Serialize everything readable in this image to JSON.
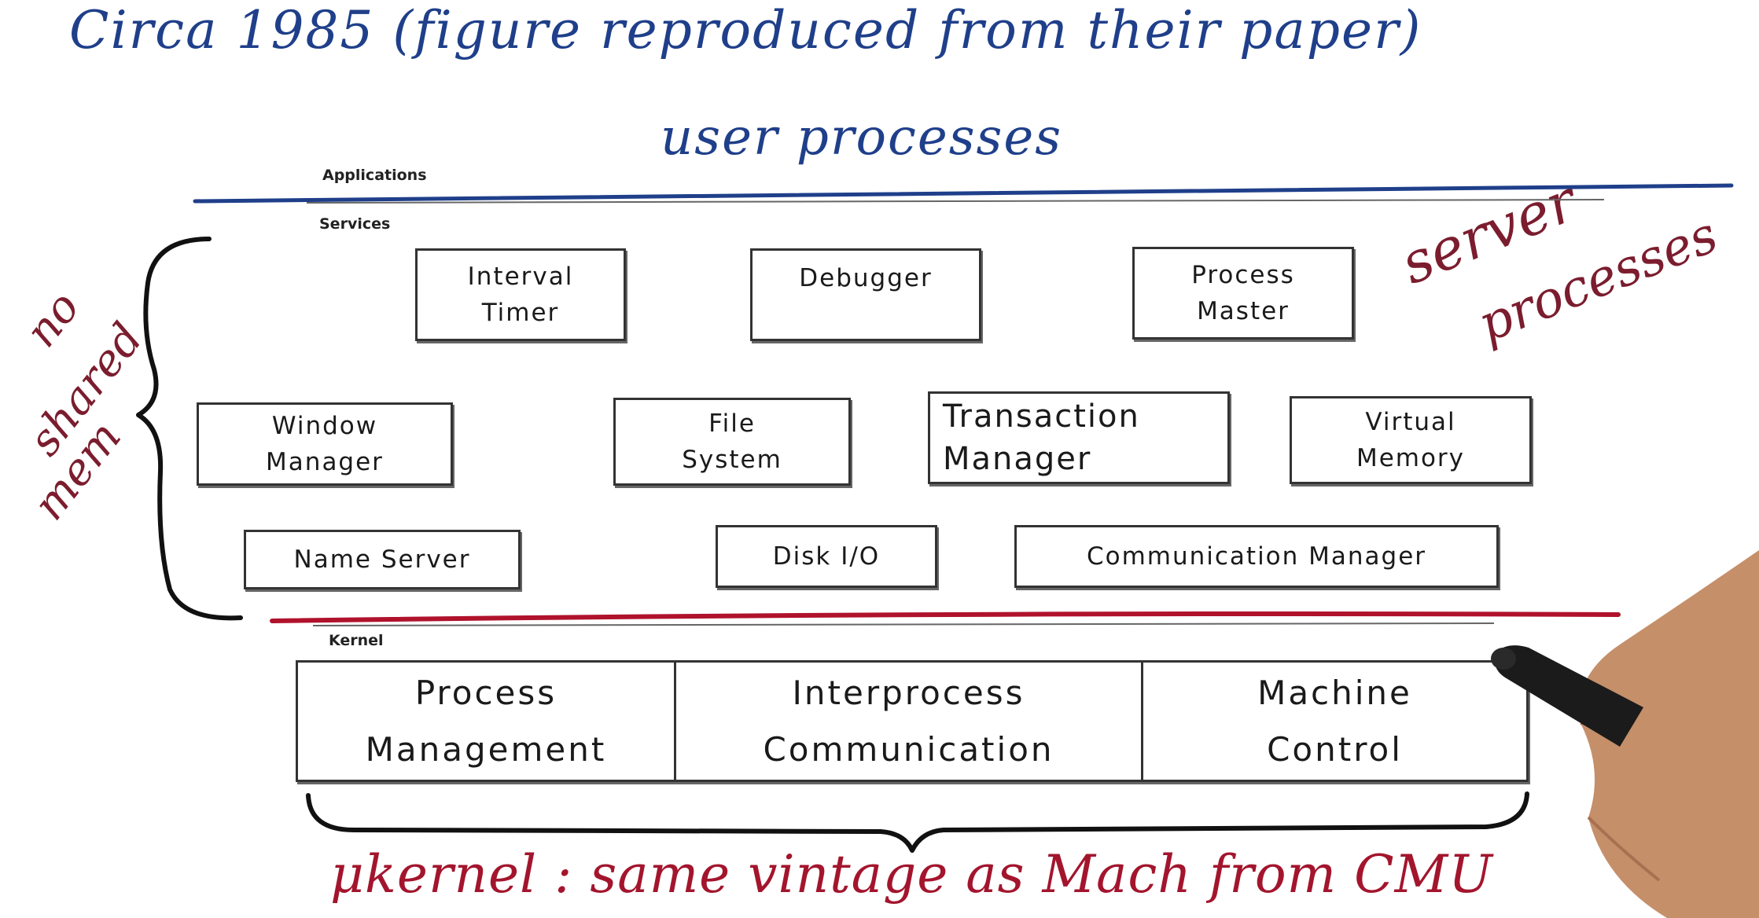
{
  "heading_note": "Circa 1985 (figure reproduced from their paper)",
  "user_processes_note": "user processes",
  "layers": {
    "applications": "Applications",
    "services": "Services",
    "kernel": "Kernel"
  },
  "services": {
    "interval_timer": [
      "Interval",
      "Timer"
    ],
    "debugger": [
      "Debugger"
    ],
    "process_master": [
      "Process",
      "Master"
    ],
    "window_manager": [
      "Window",
      "Manager"
    ],
    "file_system": [
      "File",
      "System"
    ],
    "transaction_manager": [
      "Transaction",
      "Manager"
    ],
    "virtual_memory": [
      "Virtual",
      "Memory"
    ],
    "name_server": [
      "Name Server"
    ],
    "disk_io": [
      "Disk I/O"
    ],
    "communication_manager": [
      "Communication Manager"
    ]
  },
  "kernel_components": {
    "process_management": [
      "Process",
      "Management"
    ],
    "interprocess_communication": [
      "Interprocess",
      "Communication"
    ],
    "machine_control": [
      "Machine",
      "Control"
    ]
  },
  "annotations": {
    "server_processes": [
      "server",
      "processes"
    ],
    "no_shared_mem": [
      "no",
      "shared",
      "mem"
    ],
    "kernel_note": "μkernel : same vintage as Mach from CMU"
  },
  "colors": {
    "blue_ink": "#1f3f8a",
    "red_ink": "#a3152d",
    "maroon_ink": "#7b1d2e",
    "box_stroke": "#333333"
  }
}
